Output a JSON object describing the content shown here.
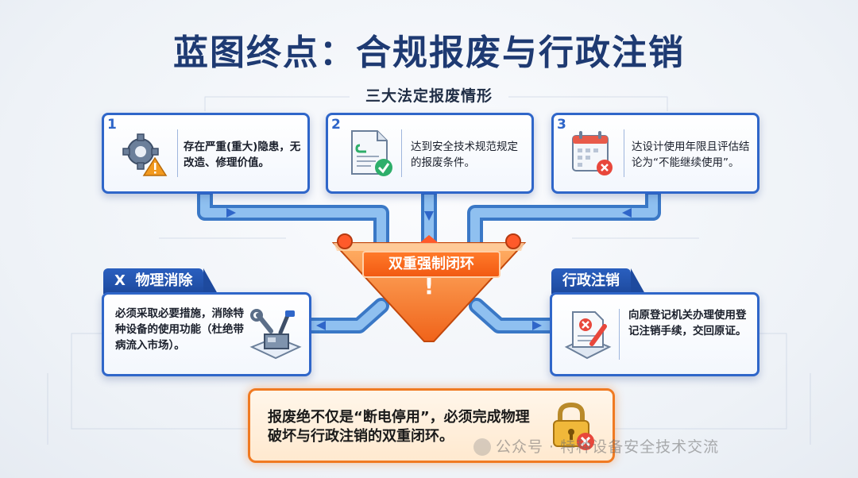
{
  "title": "蓝图终点：合规报废与行政注销",
  "section_title": "三大法定报废情形",
  "conditions": [
    {
      "number": "1",
      "text": "存在严重(重大)隐患，无改造、修理价值。",
      "icon": "gear-warning-icon"
    },
    {
      "number": "2",
      "text": "达到安全技术规范规定的报废条件。",
      "icon": "document-check-icon"
    },
    {
      "number": "3",
      "text": "达设计使用年限且评估结论为“不能继续使用”。",
      "icon": "calendar-x-icon"
    }
  ],
  "hub": {
    "label": "双重强制闭环",
    "mark": "!"
  },
  "physical": {
    "tab_prefix": "X",
    "tab_label": "物理消除",
    "text": "必须采取必要措施，消除特种设备的使用功能（杜绝带病流入市场）。",
    "icon": "tools-device-icon"
  },
  "admin": {
    "tab_label": "行政注销",
    "text": "向原登记机关办理使用登记注销手续，交回原证。",
    "icon": "document-cancel-icon"
  },
  "conclusion": {
    "text": "报废绝不仅是“断电停用”，必须完成物理破坏与行政注销的双重闭环。",
    "icon": "lock-cancel-icon"
  },
  "watermark": "公众号 · 特种设备安全技术交流",
  "colors": {
    "blue": "#2f66c9",
    "navy": "#1e3a72",
    "orange": "#f25a12",
    "pipe": "#6aa8e8"
  }
}
